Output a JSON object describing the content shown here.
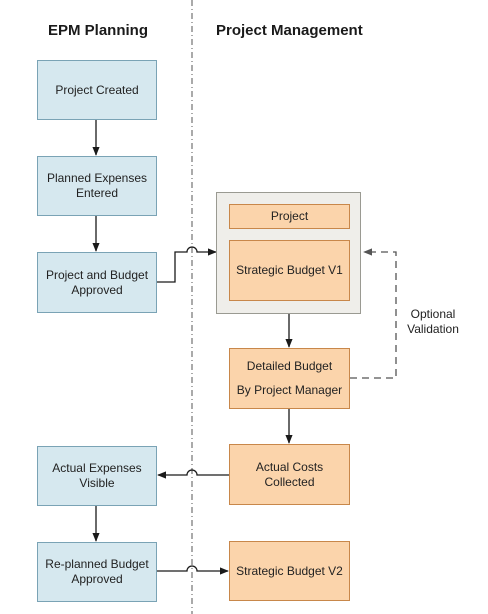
{
  "headers": {
    "left": "EPM Planning",
    "right": "Project Management"
  },
  "epm_nodes": {
    "project_created": "Project Created",
    "planned_expenses": [
      "Planned Expenses",
      "Entered"
    ],
    "project_budget_approved": [
      "Project and Budget",
      "Approved"
    ],
    "actual_expenses_visible": [
      "Actual Expenses",
      "Visible"
    ],
    "replanned_budget_approved": [
      "Re-planned Budget",
      "Approved"
    ]
  },
  "pm_nodes": {
    "project": "Project",
    "strategic_budget_v1": "Strategic Budget V1",
    "detailed_budget": [
      "Detailed Budget",
      "By Project Manager"
    ],
    "actual_costs_collected": [
      "Actual Costs",
      "Collected"
    ],
    "strategic_budget_v2": "Strategic Budget V2"
  },
  "annotations": {
    "optional_validation": [
      "Optional",
      "Validation"
    ]
  },
  "colors": {
    "epm_fill": "#d6e8ef",
    "epm_border": "#7aa3b5",
    "pm_fill": "#fbd4ab",
    "pm_border": "#c8874a",
    "group_fill": "#efeeea",
    "line": "#1a1a1a"
  }
}
